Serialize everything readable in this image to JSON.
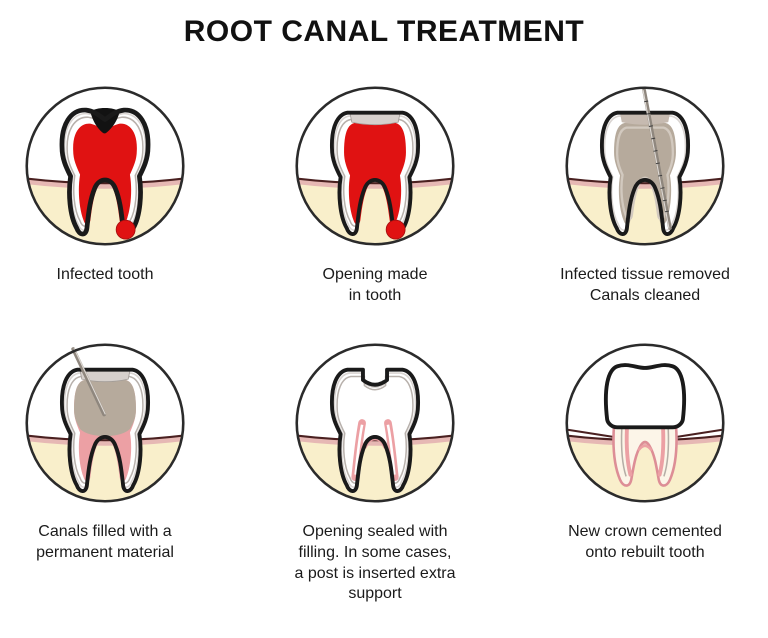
{
  "title": "ROOT CANAL TREATMENT",
  "stages": [
    {
      "name": "infected-tooth",
      "caption": "Infected tooth"
    },
    {
      "name": "opening-made",
      "caption": "Opening made\nin tooth"
    },
    {
      "name": "infected-tissue-removed",
      "caption": "Infected tissue removed\nCanals cleaned"
    },
    {
      "name": "canals-filled",
      "caption": "Canals filled with a\npermanent material"
    },
    {
      "name": "opening-sealed",
      "caption": "Opening sealed with\nfilling. In some cases,\na post is inserted extra\nsupport"
    },
    {
      "name": "new-crown",
      "caption": "New crown cemented\nonto rebuilt tooth"
    }
  ],
  "colors": {
    "pulp_red": "#e01212",
    "gum_cream": "#f9efcb",
    "gum_pink": "#e6b8b4",
    "gum_line": "#4a2020",
    "canal_pink": "#eca0a4",
    "cleaned_tan": "#b6aa9c",
    "outline_black": "#1a1a1a",
    "instrument_gray": "#8f877e"
  }
}
